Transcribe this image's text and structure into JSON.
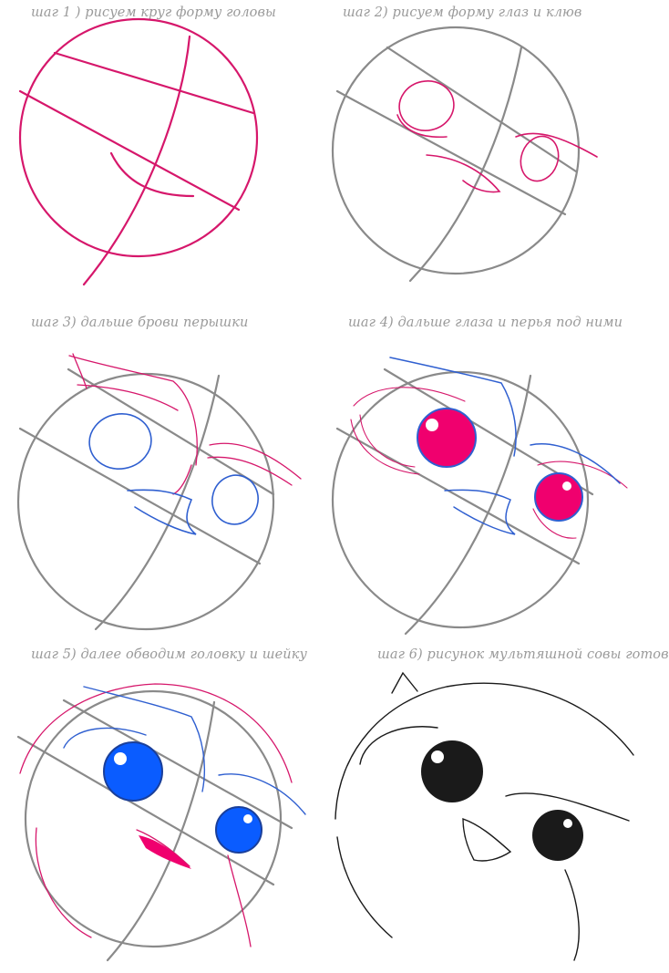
{
  "steps": [
    {
      "label": "шаг 1 ) рисуем круг форму головы"
    },
    {
      "label": "шаг 2)  рисуем форму глаз и клюв"
    },
    {
      "label": "шаг 3)  дальше брови перышки"
    },
    {
      "label": "шаг 4) дальше глаза и перья под ними"
    },
    {
      "label": "шаг 5) далее обводим головку и шейку"
    },
    {
      "label": "шаг 6) рисунок мультяшной совы готов"
    }
  ],
  "colors": {
    "label_text": "#9a9a9a",
    "guide_gray": "#8a8a8a",
    "sketch_magenta": "#d6176b",
    "eye_blue_line": "#2f5fd0",
    "iris_magenta": "#f0006e",
    "iris_blue": "#0a5cff",
    "ink": "#1a1a1a"
  }
}
